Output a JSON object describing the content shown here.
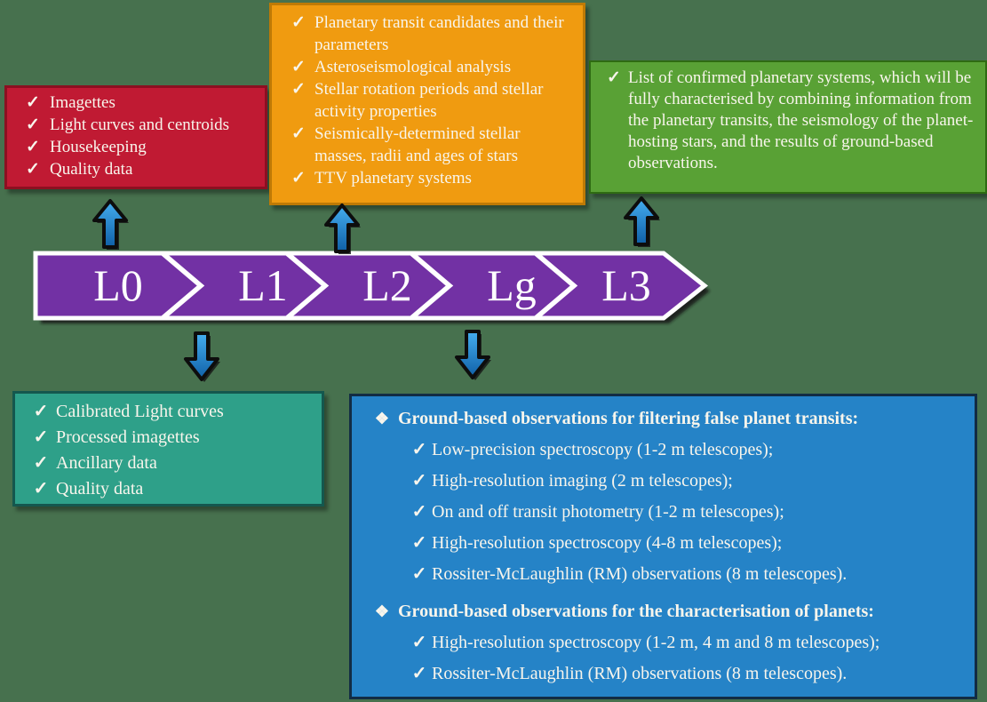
{
  "glyphs": {
    "check": "✓",
    "diamond": "❖"
  },
  "colors": {
    "background": "#47714E",
    "red_box": "#C01A33",
    "orange_box": "#F09B10",
    "green_box": "#59A135",
    "teal_box": "#2EA089",
    "blue_box": "#2583C7",
    "banner_purple": "#7231A4",
    "arrow_blue": "#1E88D2"
  },
  "banner": {
    "labels": [
      "L0",
      "L1",
      "L2",
      "Lg",
      "L3"
    ]
  },
  "boxes": {
    "l0_products": {
      "items": [
        "Imagettes",
        "Light curves and centroids",
        "Housekeeping",
        "Quality data"
      ]
    },
    "l2_products": {
      "items": [
        "Planetary transit candidates and their parameters",
        "Asteroseismological analysis",
        "Stellar rotation periods and stellar activity properties",
        "Seismically-determined stellar masses, radii and ages of stars",
        "TTV planetary systems"
      ]
    },
    "l3_products": {
      "items": [
        "List of confirmed planetary systems, which will be fully characterised by combining information from the planetary transits, the seismology of the planet-hosting stars, and the results of ground-based observations."
      ]
    },
    "l1_products": {
      "items": [
        "Calibrated Light curves",
        "Processed imagettes",
        "Ancillary data",
        "Quality data"
      ]
    },
    "ground_observations": {
      "sections": [
        {
          "header": "Ground-based observations for filtering false planet transits:",
          "items": [
            "Low-precision spectroscopy (1-2 m telescopes);",
            "High-resolution imaging (2 m telescopes);",
            "On and off transit photometry (1-2 m telescopes);",
            "High-resolution spectroscopy (4-8 m telescopes);",
            "Rossiter-McLaughlin (RM) observations (8 m telescopes)."
          ]
        },
        {
          "header": "Ground-based observations for the characterisation of planets:",
          "items": [
            "High-resolution spectroscopy (1-2 m, 4 m and 8 m telescopes);",
            "Rossiter-McLaughlin (RM) observations (8 m telescopes)."
          ]
        }
      ]
    }
  }
}
